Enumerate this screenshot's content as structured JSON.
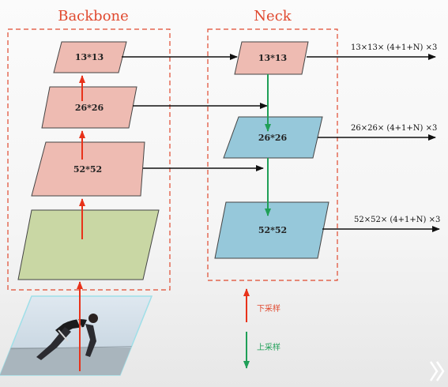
{
  "titles": {
    "backbone": "Backbone",
    "neck": "Neck"
  },
  "backbone": {
    "levels": [
      {
        "label": "13*13",
        "color": "#eebbb2"
      },
      {
        "label": "26*26",
        "color": "#eebbb2"
      },
      {
        "label": "52*52",
        "color": "#eebbb2"
      },
      {
        "label": "",
        "color": "#c9d7a4"
      }
    ]
  },
  "neck": {
    "levels": [
      {
        "label": "13*13",
        "color": "#eebbb2"
      },
      {
        "label": "26*26",
        "color": "#96c8da"
      },
      {
        "label": "52*52",
        "color": "#96c8da"
      }
    ]
  },
  "outputs": [
    "13×13× (4+1+N) ×3",
    "26×26× (4+1+N) ×3",
    "52×52× (4+1+N) ×3"
  ],
  "legend": {
    "downsample": "下采样",
    "upsample": "上采样"
  },
  "colors": {
    "accent_red": "#e0492f",
    "arrow_red": "#e8321a",
    "arrow_green": "#1f9f57"
  }
}
